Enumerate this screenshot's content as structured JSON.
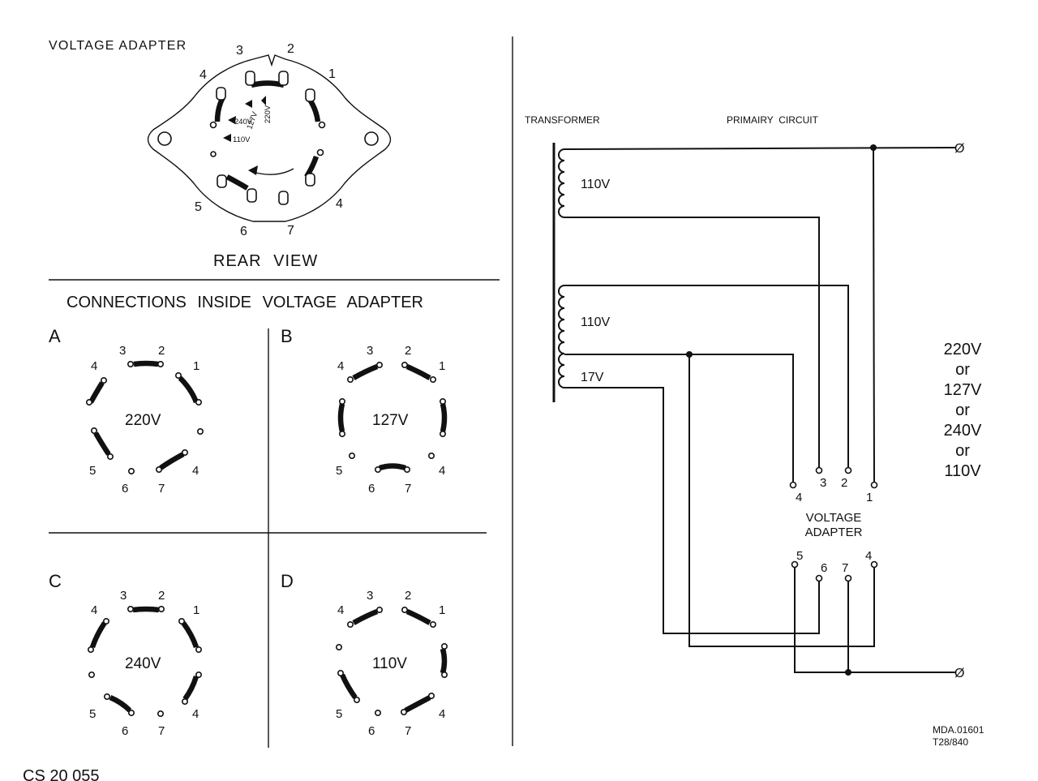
{
  "rear_view": {
    "title": "VOLTAGE ADAPTER",
    "caption": "REAR VIEW",
    "terminal_labels": [
      "3",
      "2",
      "4",
      "1",
      "5",
      "4",
      "6",
      "7"
    ],
    "markings": [
      "220V",
      "127V",
      "240V",
      "110V"
    ]
  },
  "connections": {
    "title": "CONNECTIONS INSIDE VOLTAGE ADAPTER",
    "panels": [
      {
        "letter": "A",
        "voltage": "220V",
        "pin_labels": [
          "1",
          "2",
          "3",
          "4",
          "4",
          "5",
          "6",
          "7"
        ]
      },
      {
        "letter": "B",
        "voltage": "127V",
        "pin_labels": [
          "1",
          "2",
          "3",
          "4",
          "4",
          "5",
          "6",
          "7"
        ]
      },
      {
        "letter": "C",
        "voltage": "240V",
        "pin_labels": [
          "1",
          "2",
          "3",
          "4",
          "4",
          "5",
          "6",
          "7"
        ]
      },
      {
        "letter": "D",
        "voltage": "110V",
        "pin_labels": [
          "1",
          "2",
          "3",
          "4",
          "4",
          "5",
          "6",
          "7"
        ]
      }
    ]
  },
  "schematic": {
    "transformer_label": "TRANSFORMER",
    "primary_label": "PRIMAIRY  CIRCUIT",
    "windings": [
      "110V",
      "110V",
      "17V"
    ],
    "adapter_label_line1": "VOLTAGE",
    "adapter_label_line2": "ADAPTER",
    "top_pins": [
      "4",
      "3",
      "2",
      "1"
    ],
    "bottom_pins": [
      "5",
      "6",
      "7",
      "4"
    ],
    "mains_voltages": [
      "220V",
      "or",
      "127V",
      "or",
      "240V",
      "or",
      "110V"
    ],
    "terminal_symbol": "Ø"
  },
  "footer": {
    "ref_line1": "MDA.01601",
    "ref_line2": "T28/840",
    "doc_id": "CS 20 055"
  }
}
